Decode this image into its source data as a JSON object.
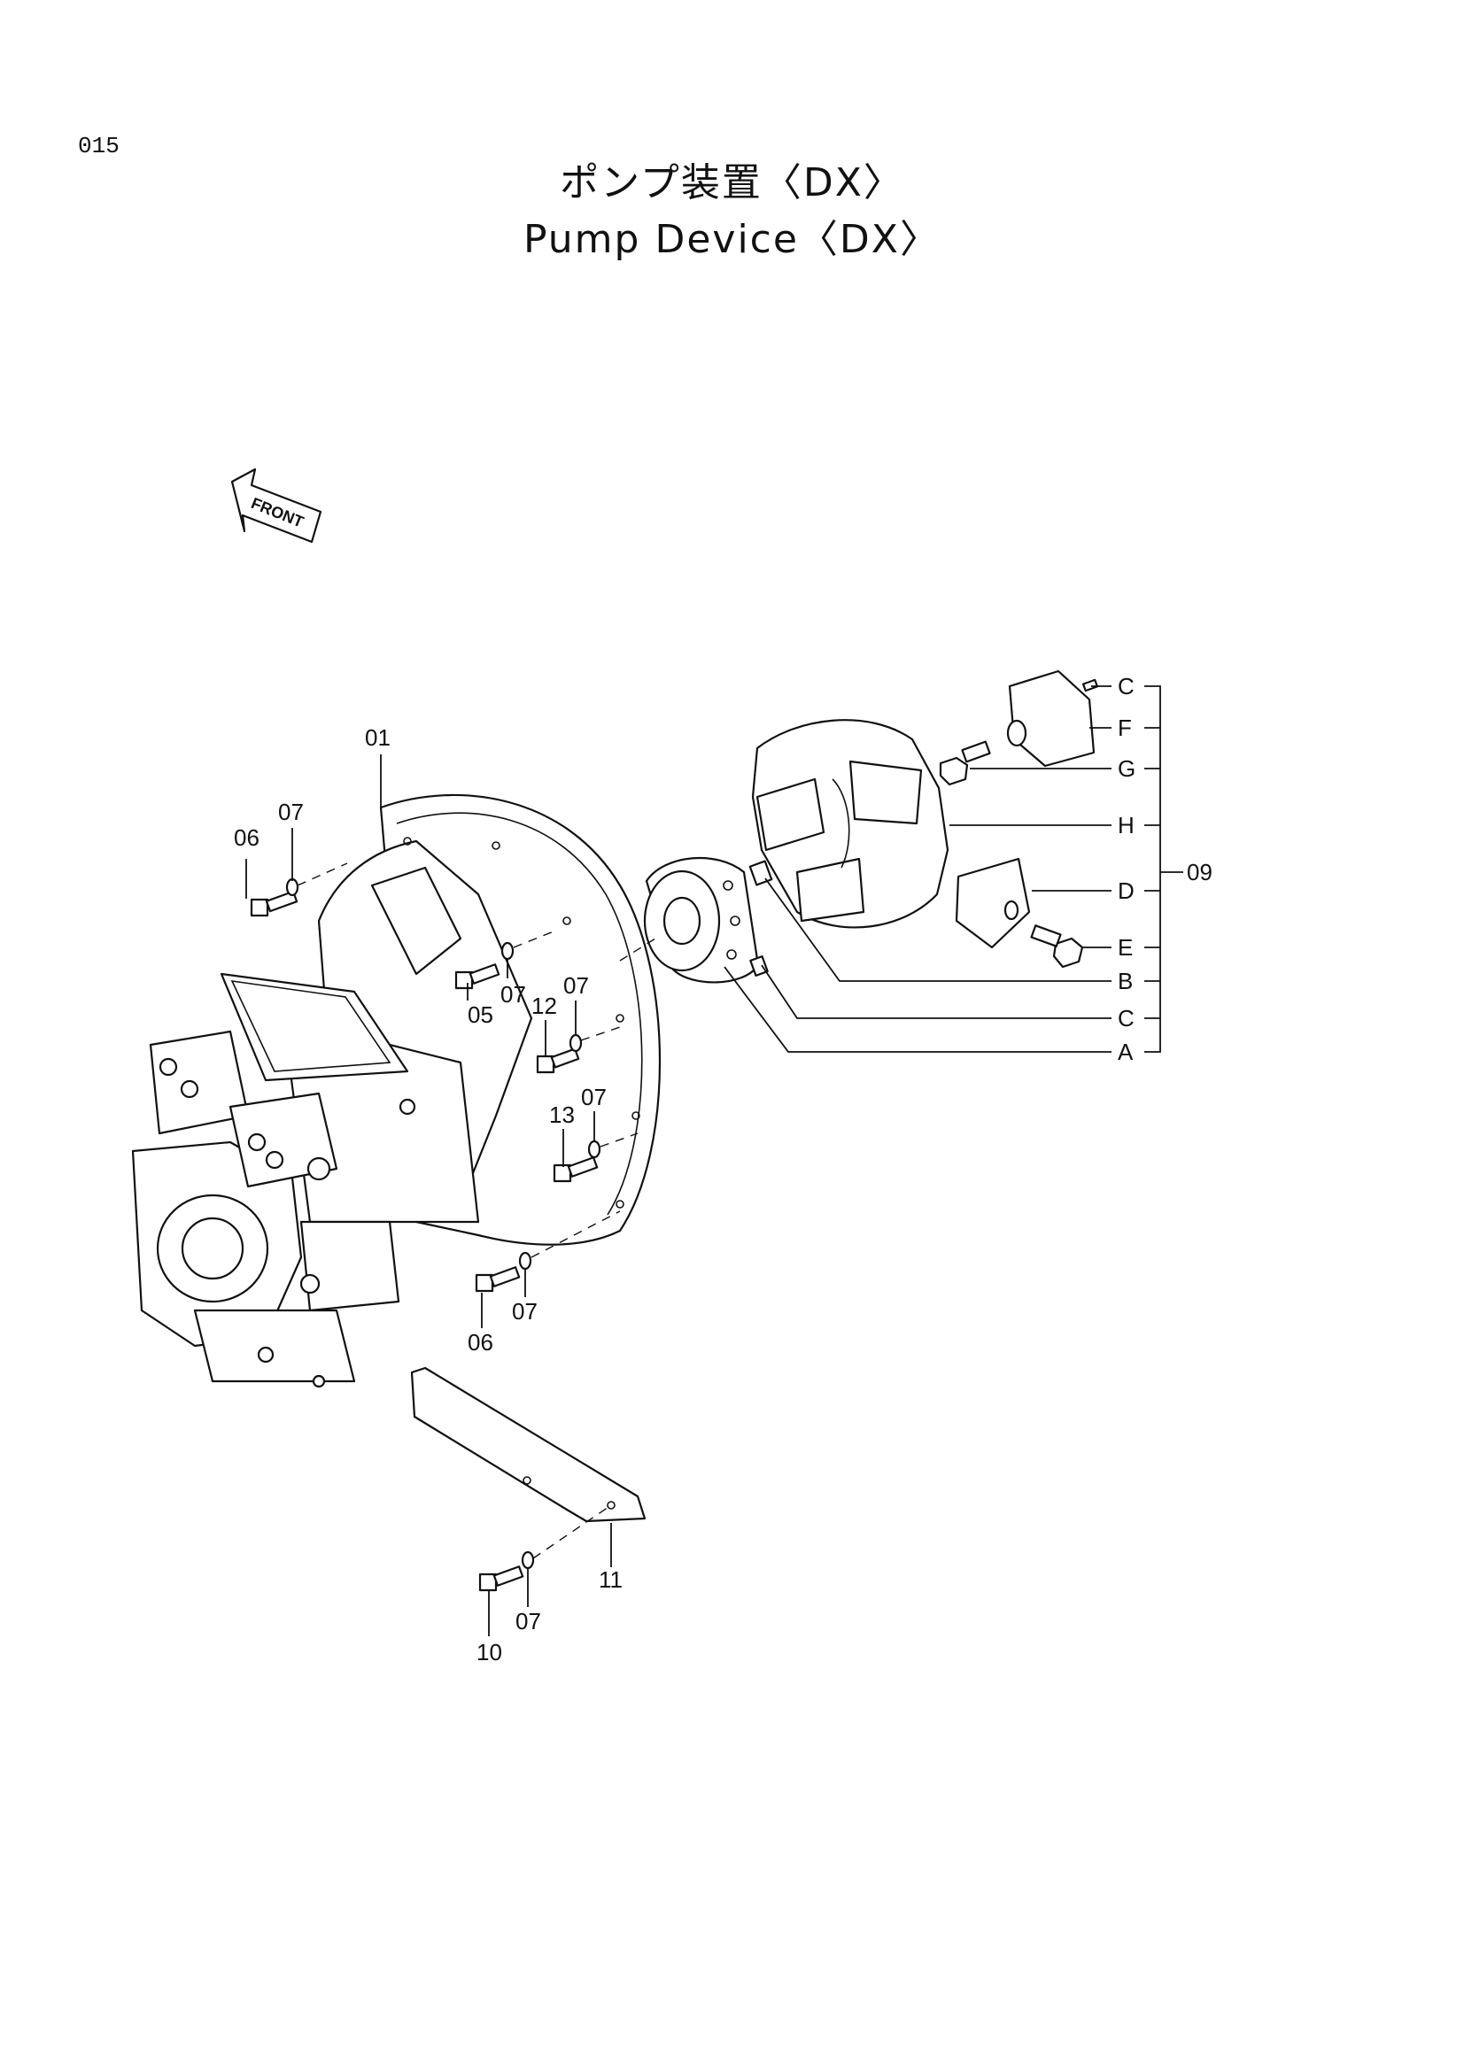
{
  "page_number": "015",
  "title_ja": "ポンプ装置〈DX〉",
  "title_en": "Pump Device〈DX〉",
  "front_label": "FRONT",
  "callouts": {
    "c01": "01",
    "c05": "05",
    "c06a": "06",
    "c06b": "06",
    "c07a": "07",
    "c07b": "07",
    "c07c": "07",
    "c07d": "07",
    "c07e": "07",
    "c07f": "07",
    "c09": "09",
    "c10": "10",
    "c11": "11",
    "c12": "12",
    "c13": "13"
  },
  "coupling_parts": {
    "C1": "C",
    "F": "F",
    "G": "G",
    "H": "H",
    "D": "D",
    "E": "E",
    "B": "B",
    "C2": "C",
    "A": "A"
  }
}
